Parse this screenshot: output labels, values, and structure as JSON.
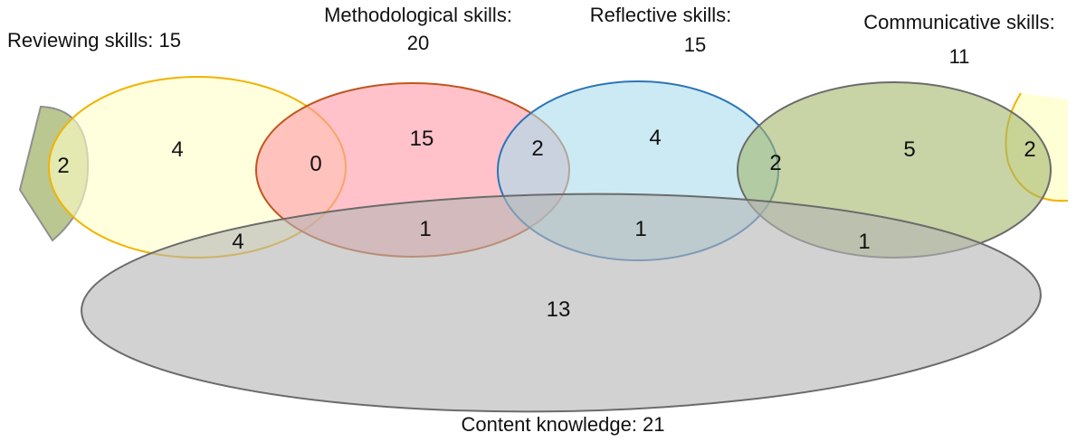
{
  "sets": {
    "reviewing": {
      "label": "Reviewing skills: 15",
      "fill": "#ffffc8",
      "stroke": "#f0b400"
    },
    "methodological": {
      "label_line1": "Methodological skills:",
      "label_line2": "20",
      "fill": "#ff9aa6",
      "stroke": "#c0561c"
    },
    "reflective": {
      "label_line1": "Reflective skills:",
      "label_line2": "15",
      "fill": "#a9dcec",
      "stroke": "#2e75b6"
    },
    "communicative": {
      "label_line1": "Communicative skills:",
      "label_line2": "11",
      "fill": "#a3b56b",
      "stroke": "#6b6b6b"
    },
    "content": {
      "label": "Content knowledge: 21",
      "fill": "#b4b4b4",
      "stroke": "#6b6b6b"
    }
  },
  "regions": {
    "communicative_reviewing_left": "2",
    "reviewing_only": "4",
    "reviewing_methodological": "0",
    "methodological_only": "15",
    "methodological_reflective": "2",
    "reflective_only": "4",
    "reflective_communicative": "2",
    "communicative_only": "5",
    "communicative_reviewing_right": "2",
    "reviewing_content": "4",
    "methodological_content": "1",
    "reflective_content": "1",
    "communicative_content": "1",
    "content_only": "13"
  }
}
